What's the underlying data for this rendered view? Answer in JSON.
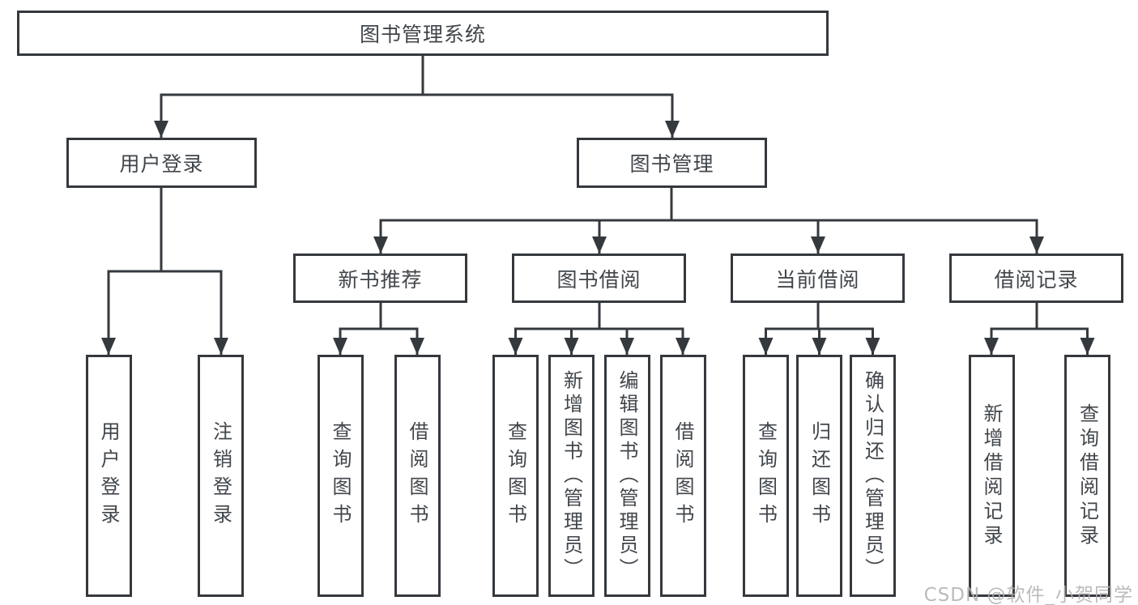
{
  "diagram_title": "图书管理系统",
  "nodes": {
    "root": {
      "label": "图书管理系统"
    },
    "userLogin": {
      "label": "用户登录"
    },
    "bookMgmt": {
      "label": "图书管理"
    },
    "newBooks": {
      "label": "新书推荐"
    },
    "bookBorrow": {
      "label": "图书借阅"
    },
    "currentBorrow": {
      "label": "当前借阅"
    },
    "borrowRecords": {
      "label": "借阅记录"
    },
    "leafUserLogin": {
      "label": "用户登录"
    },
    "leafLogout": {
      "label": "注销登录"
    },
    "nbQuery": {
      "label": "查询图书"
    },
    "nbBorrow": {
      "label": "借阅图书"
    },
    "bbQuery": {
      "label": "查询图书"
    },
    "bbAdd": {
      "label": "新增图书（管理员）"
    },
    "bbEdit": {
      "label": "编辑图书（管理员）"
    },
    "bbBorrow": {
      "label": "借阅图书"
    },
    "cbQuery": {
      "label": "查询图书"
    },
    "cbReturn": {
      "label": "归还图书"
    },
    "cbConfirm": {
      "label": "确认归还（管理员）"
    },
    "brAdd": {
      "label": "新增借阅记录"
    },
    "brQuery": {
      "label": "查询借阅记录"
    }
  },
  "hierarchy": {
    "图书管理系统": {
      "用户登录": [
        "用户登录",
        "注销登录"
      ],
      "图书管理": {
        "新书推荐": [
          "查询图书",
          "借阅图书"
        ],
        "图书借阅": [
          "查询图书",
          "新增图书（管理员）",
          "编辑图书（管理员）",
          "借阅图书"
        ],
        "当前借阅": [
          "查询图书",
          "归还图书",
          "确认归还（管理员）"
        ],
        "借阅记录": [
          "新增借阅记录",
          "查询借阅记录"
        ]
      }
    }
  },
  "watermark": {
    "text": "CSDN @软件_小贺同学"
  },
  "colors": {
    "line": "#35393e",
    "text": "#41464b",
    "box_fill": "#ffffff",
    "background": "#ffffff",
    "watermark": "#b0b0b0"
  }
}
